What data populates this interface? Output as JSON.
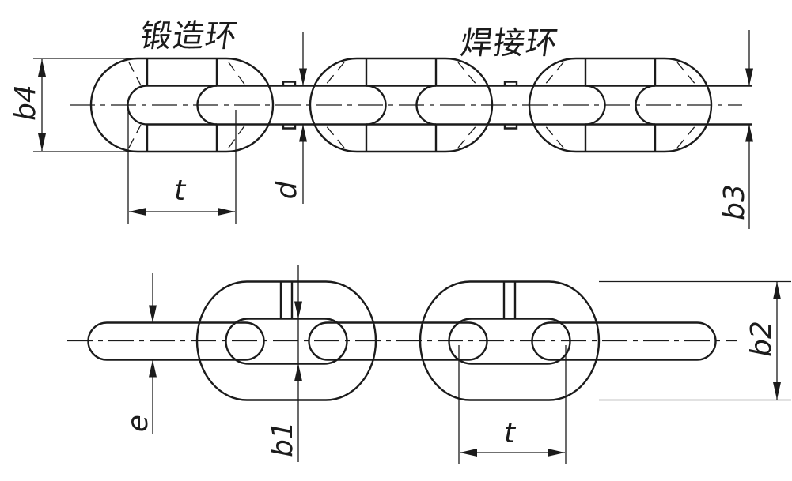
{
  "colors": {
    "background": "#ffffff",
    "line": "#1b1b1b"
  },
  "side_view": {
    "forged_link_label": "锻造环",
    "welded_link_label": "焊接环",
    "dim_outer_width": "b4",
    "dim_pitch": "t",
    "dim_wire_diameter": "d",
    "dim_end_width": "b3"
  },
  "top_view": {
    "dim_seam_height": "e",
    "dim_inner_width": "b1",
    "dim_pitch": "t",
    "dim_outer_width": "b2"
  }
}
